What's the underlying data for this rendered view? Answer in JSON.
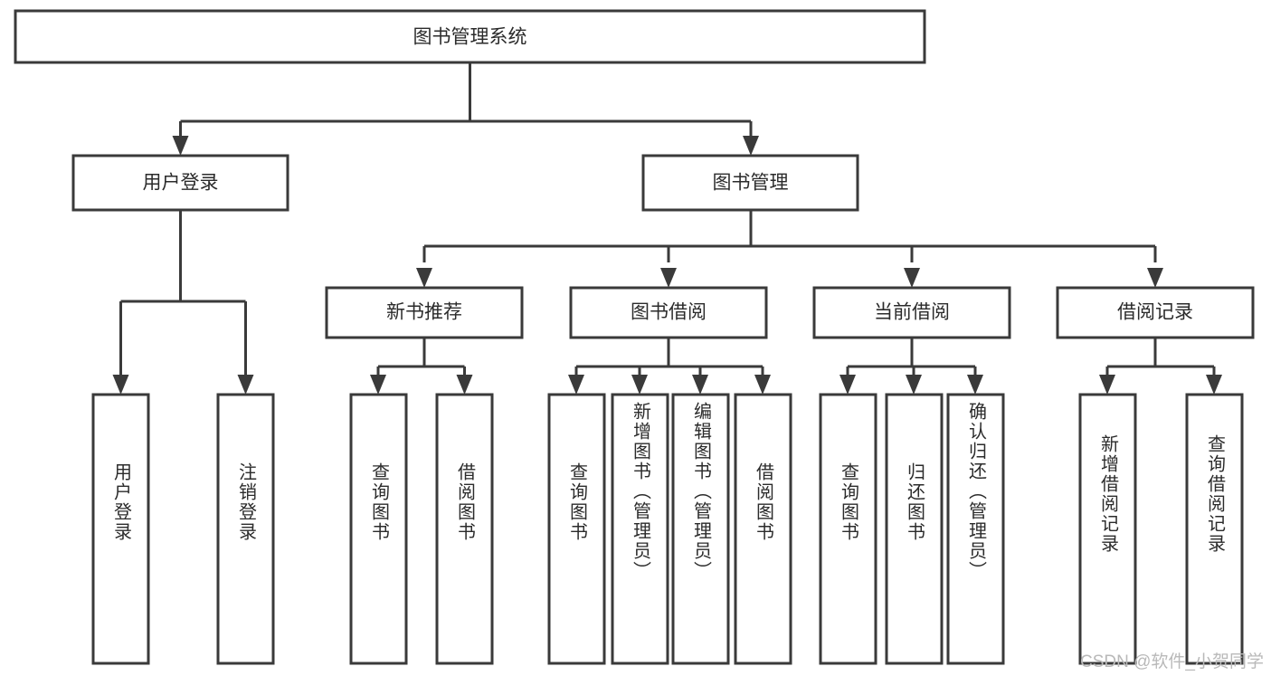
{
  "diagram": {
    "type": "tree",
    "title": "图书管理系统",
    "root": {
      "id": "root",
      "label": "图书管理系统",
      "level": 1
    },
    "level2": [
      {
        "id": "user-login",
        "label": "用户登录"
      },
      {
        "id": "book-manage",
        "label": "图书管理"
      }
    ],
    "level3": [
      {
        "id": "new-book-recommend",
        "label": "新书推荐",
        "parent": "book-manage"
      },
      {
        "id": "book-borrow",
        "label": "图书借阅",
        "parent": "book-manage"
      },
      {
        "id": "current-borrow",
        "label": "当前借阅",
        "parent": "book-manage"
      },
      {
        "id": "borrow-record",
        "label": "借阅记录",
        "parent": "book-manage"
      }
    ],
    "leaves": [
      {
        "id": "leaf-user-login",
        "label": "用户登录",
        "parent": "user-login"
      },
      {
        "id": "leaf-user-logout",
        "label": "注销登录",
        "parent": "user-login"
      },
      {
        "id": "leaf-query-book-1",
        "label": "查询图书",
        "parent": "new-book-recommend"
      },
      {
        "id": "leaf-borrow-book-1",
        "label": "借阅图书",
        "parent": "new-book-recommend"
      },
      {
        "id": "leaf-query-book-2",
        "label": "查询图书",
        "parent": "book-borrow"
      },
      {
        "id": "leaf-add-book",
        "label": "新增图书（管理员）",
        "parent": "book-borrow"
      },
      {
        "id": "leaf-edit-book",
        "label": "编辑图书（管理员）",
        "parent": "book-borrow"
      },
      {
        "id": "leaf-borrow-book-2",
        "label": "借阅图书",
        "parent": "book-borrow"
      },
      {
        "id": "leaf-query-book-3",
        "label": "查询图书",
        "parent": "current-borrow"
      },
      {
        "id": "leaf-return-book",
        "label": "归还图书",
        "parent": "current-borrow"
      },
      {
        "id": "leaf-confirm-return",
        "label": "确认归还（管理员）",
        "parent": "current-borrow"
      },
      {
        "id": "leaf-add-record",
        "label": "新增借阅记录",
        "parent": "borrow-record"
      },
      {
        "id": "leaf-query-record",
        "label": "查询借阅记录",
        "parent": "borrow-record"
      }
    ]
  },
  "watermark": {
    "text": "CSDN @软件_小贺同学"
  },
  "colors": {
    "background": "#ffffff",
    "node_fill": "#ffffff",
    "node_stroke": "#3a3a3a",
    "text": "#2b2b2b",
    "watermark": "#b9b9b9"
  }
}
